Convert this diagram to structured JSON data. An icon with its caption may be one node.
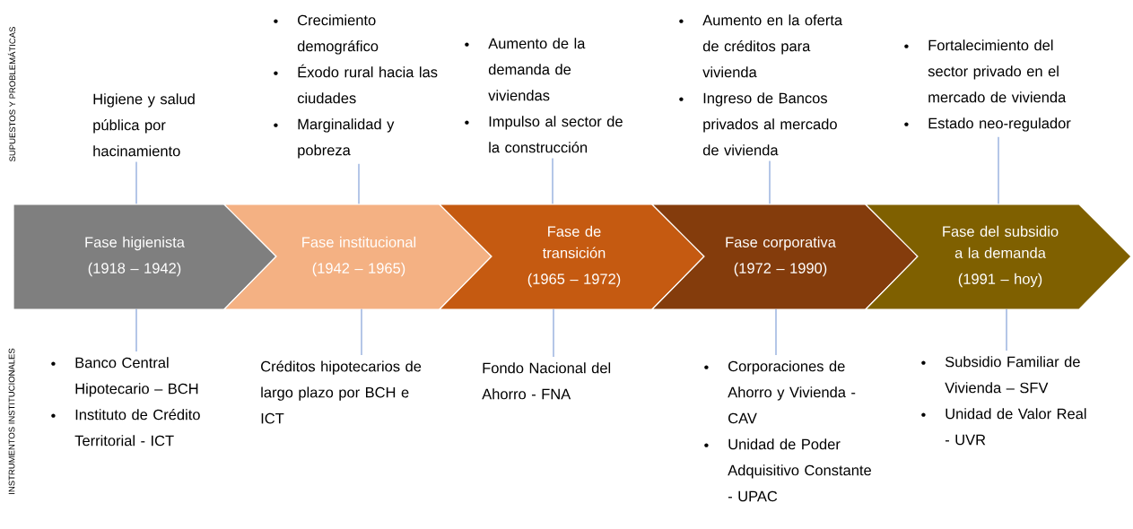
{
  "diagram": {
    "nodes": [
      {
        "text": [
          "Fase higienista",
          "(1918 – 1942)"
        ]
      },
      {
        "text": [
          "Fase institucional",
          "(1942 – 1965)"
        ]
      },
      {
        "text": [
          "Fase de transición",
          "(1965 – 1972)"
        ]
      },
      {
        "text": [
          "Fase corporativa",
          "(1972 – 1990)"
        ]
      },
      {
        "text": [
          "Fase del subsidio a la demanda",
          "(1991 – hoy)"
        ]
      },
      {
        "text": [
          "Higiene y salud pública por hacinamiento"
        ]
      },
      {
        "text": [
          "Crecimiento demográfico",
          "Éxodo rural hacia las ciudades",
          "Marginalidad y pobreza"
        ]
      },
      {
        "text": [
          "Aumento de la demanda de viviendas",
          "Impulso al sector de la construcción"
        ]
      },
      {
        "text": [
          "Aumento en la oferta de créditos para vivienda",
          "Ingreso de Bancos privados al mercado de vivienda"
        ]
      },
      {
        "text": [
          "Fortalecimiento del sector privado en el mercado de vivienda",
          "Estado neo-regulador"
        ]
      },
      {
        "text": [
          "Banco Central Hipotecario – BCH",
          "Instituto de Crédito Territorial - ICT"
        ]
      },
      {
        "text": [
          "Créditos hipotecarios de largo plazo por BCH e ICT"
        ]
      },
      {
        "text": [
          "Fondo Nacional del Ahorro - FNA"
        ]
      },
      {
        "text": [
          "Corporaciones de Ahorro y Vivienda - CAV",
          "Unidad de Poder Adquisitivo Constante - UPAC"
        ]
      },
      {
        "text": [
          "Subsidio Familiar de Vivienda – SFV",
          "Unidad de Valor Real - UVR"
        ]
      }
    ],
    "edges": [
      {
        "from": 5,
        "to": 0,
        "arrow": "none"
      },
      {
        "from": 6,
        "to": 1,
        "arrow": "none"
      },
      {
        "from": 7,
        "to": 2,
        "arrow": "none"
      },
      {
        "from": 8,
        "to": 3,
        "arrow": "none"
      },
      {
        "from": 9,
        "to": 4,
        "arrow": "none"
      },
      {
        "from": 10,
        "to": 0,
        "arrow": "none"
      },
      {
        "from": 11,
        "to": 1,
        "arrow": "none"
      },
      {
        "from": 12,
        "to": 2,
        "arrow": "none"
      },
      {
        "from": 13,
        "to": 3,
        "arrow": "none"
      },
      {
        "from": 14,
        "to": 4,
        "arrow": "none"
      }
    ],
    "labels": [
      "SUPUESTOS Y PROBLEMÁTICAS",
      "INSTRUMENTOS INSTITUCIONALES"
    ]
  }
}
